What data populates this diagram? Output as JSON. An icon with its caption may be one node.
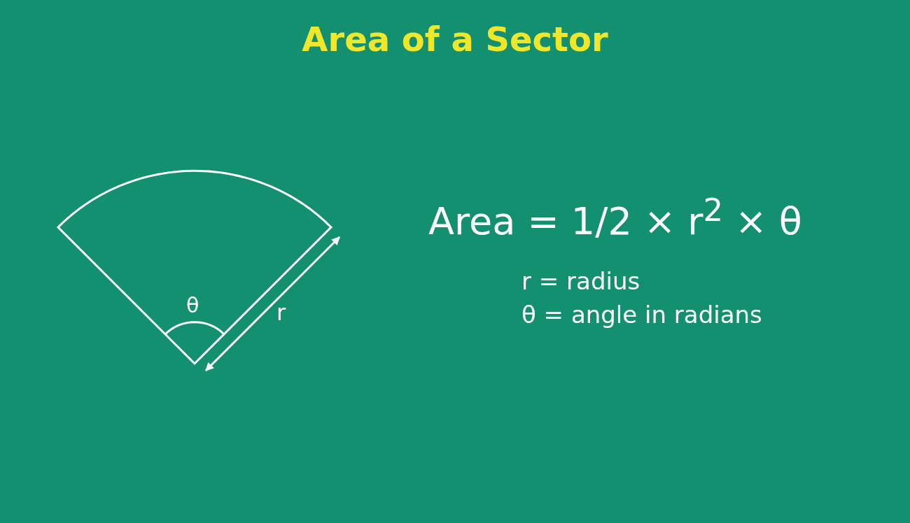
{
  "diagram": {
    "title": "Area of a Sector",
    "labels": [
      "Area = 1/2 × r$^{2}$ × θ",
      "r = radius",
      "θ",
      "r",
      "θ = angle in radians"
    ]
  }
}
